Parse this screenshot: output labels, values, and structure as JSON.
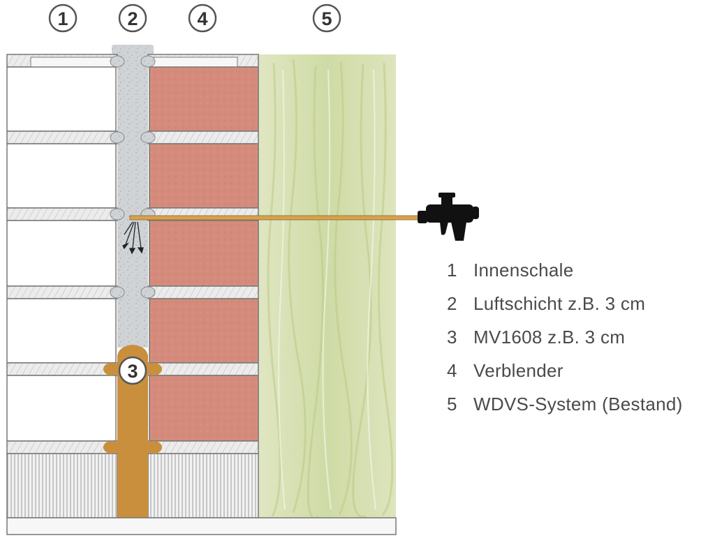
{
  "callouts": [
    {
      "number": "1"
    },
    {
      "number": "2"
    },
    {
      "number": "3"
    },
    {
      "number": "4"
    },
    {
      "number": "5"
    }
  ],
  "legend": [
    {
      "number": "1",
      "label": "Innenschale"
    },
    {
      "number": "2",
      "label": "Luftschicht z.B. 3 cm"
    },
    {
      "number": "3",
      "label": "MV1608 z.B. 3 cm"
    },
    {
      "number": "4",
      "label": "Verblender"
    },
    {
      "number": "5",
      "label": "WDVS-System (Bestand)"
    }
  ],
  "colors": {
    "brick": "#d58b7b",
    "insulation": "#d9e2b8",
    "foam": "#c98f3c",
    "air_gap": "#cfd3d6",
    "mortar": "#e6e6e6",
    "gun": "#111111",
    "nozzle": "#d6a24c"
  },
  "icons": {
    "tool": "foam-gun-icon"
  }
}
